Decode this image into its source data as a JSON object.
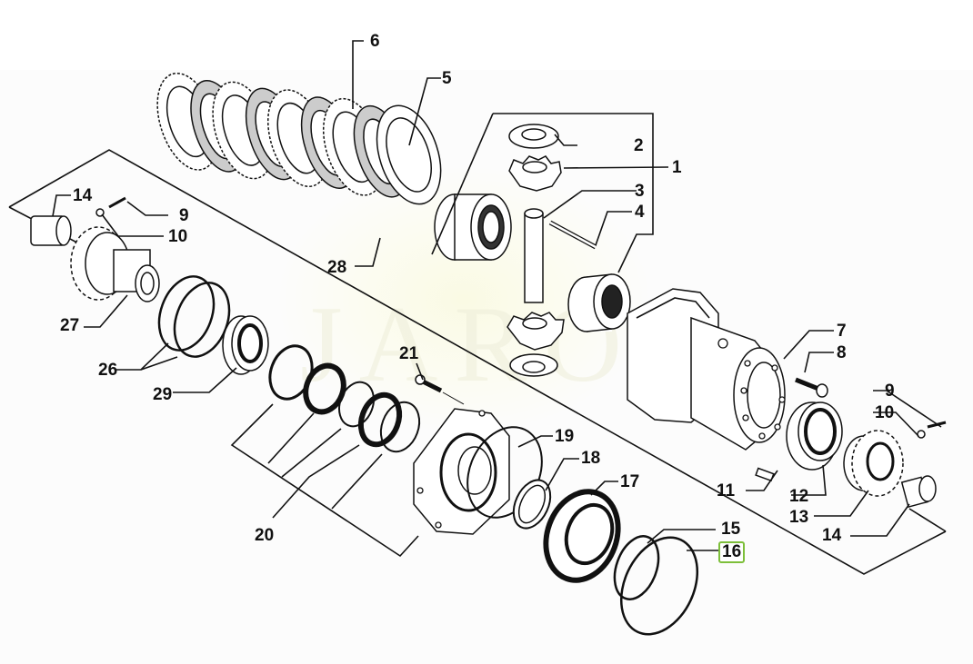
{
  "diagram": {
    "title": "Exploded view - differential / clutch pack assembly",
    "watermark": "JAROI",
    "selected_callout": "16",
    "highlight_color": "#7dbf3a",
    "callouts": [
      {
        "id": "c1",
        "label": "1"
      },
      {
        "id": "c2",
        "label": "2"
      },
      {
        "id": "c3",
        "label": "3"
      },
      {
        "id": "c4",
        "label": "4"
      },
      {
        "id": "c5",
        "label": "5"
      },
      {
        "id": "c6",
        "label": "6"
      },
      {
        "id": "c7",
        "label": "7"
      },
      {
        "id": "c8",
        "label": "8"
      },
      {
        "id": "c9a",
        "label": "9"
      },
      {
        "id": "c10a",
        "label": "10"
      },
      {
        "id": "c9b",
        "label": "9"
      },
      {
        "id": "c10b",
        "label": "10"
      },
      {
        "id": "c11",
        "label": "11"
      },
      {
        "id": "c12",
        "label": "12"
      },
      {
        "id": "c13",
        "label": "13"
      },
      {
        "id": "c14a",
        "label": "14"
      },
      {
        "id": "c14b",
        "label": "14"
      },
      {
        "id": "c15",
        "label": "15"
      },
      {
        "id": "c16",
        "label": "16"
      },
      {
        "id": "c17",
        "label": "17"
      },
      {
        "id": "c18",
        "label": "18"
      },
      {
        "id": "c19",
        "label": "19"
      },
      {
        "id": "c20",
        "label": "20"
      },
      {
        "id": "c21",
        "label": "21"
      },
      {
        "id": "c26",
        "label": "26"
      },
      {
        "id": "c27",
        "label": "27"
      },
      {
        "id": "c28",
        "label": "28"
      },
      {
        "id": "c29",
        "label": "29"
      }
    ]
  }
}
